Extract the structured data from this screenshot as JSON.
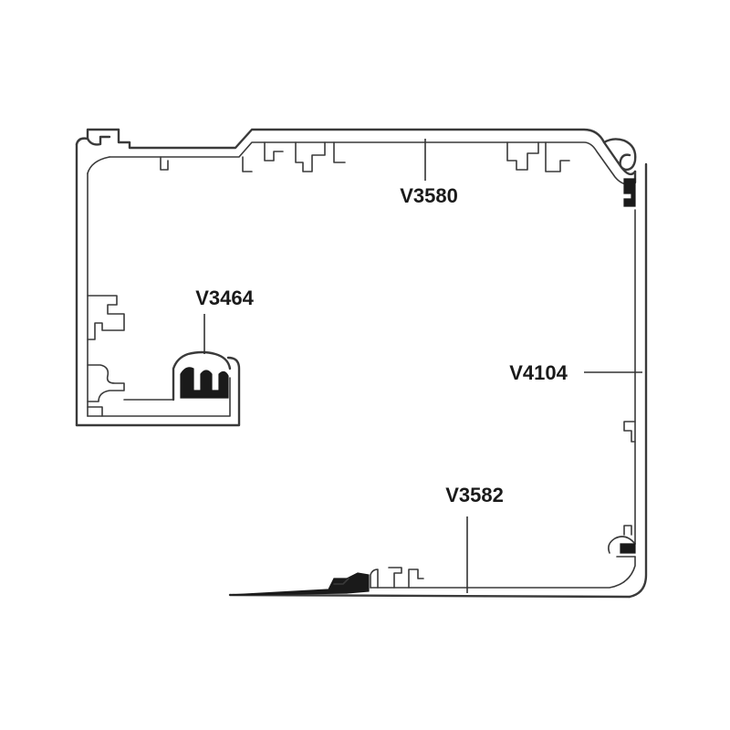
{
  "labels": {
    "top_profile": "V3580",
    "left_gasket": "V3464",
    "right_profile": "V4104",
    "bottom_profile": "V3582"
  },
  "colors": {
    "line": "#3a3a3a",
    "gasket": "#1a1a1a",
    "background": "#ffffff"
  }
}
